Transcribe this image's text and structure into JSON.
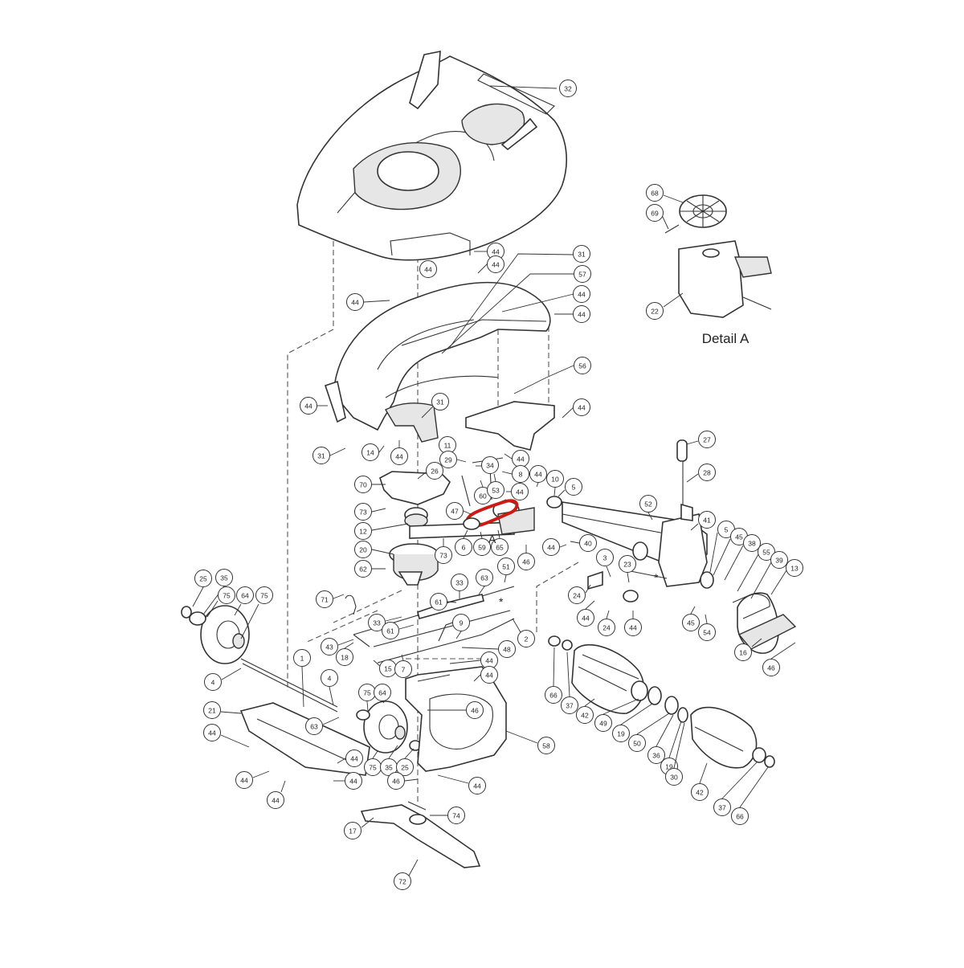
{
  "labels": {
    "detail_title": "Detail A",
    "detail_marker": "A",
    "star": "*"
  },
  "colors": {
    "highlight": "#cc1a14",
    "line": "#333333"
  },
  "callouts": [
    {
      "id": "c-32",
      "number": "32"
    },
    {
      "id": "c-68",
      "number": "68"
    },
    {
      "id": "c-69",
      "number": "69"
    },
    {
      "id": "c-22",
      "number": "22"
    },
    {
      "id": "c-44a",
      "number": "44"
    },
    {
      "id": "c-44b",
      "number": "44"
    },
    {
      "id": "c-44c",
      "number": "44"
    },
    {
      "id": "c-31a",
      "number": "31"
    },
    {
      "id": "c-57",
      "number": "57"
    },
    {
      "id": "c-44d",
      "number": "44"
    },
    {
      "id": "c-44e",
      "number": "44"
    },
    {
      "id": "c-44f",
      "number": "44"
    },
    {
      "id": "c-56",
      "number": "56"
    },
    {
      "id": "c-44g",
      "number": "44"
    },
    {
      "id": "c-31b",
      "number": "31"
    },
    {
      "id": "c-44h",
      "number": "44"
    },
    {
      "id": "c-11",
      "number": "11"
    },
    {
      "id": "c-29",
      "number": "29"
    },
    {
      "id": "c-34",
      "number": "34"
    },
    {
      "id": "c-44i",
      "number": "44"
    },
    {
      "id": "c-31c",
      "number": "31"
    },
    {
      "id": "c-14",
      "number": "14"
    },
    {
      "id": "c-44j",
      "number": "44"
    },
    {
      "id": "c-26",
      "number": "26"
    },
    {
      "id": "c-8",
      "number": "8"
    },
    {
      "id": "c-70",
      "number": "70"
    },
    {
      "id": "c-60",
      "number": "60"
    },
    {
      "id": "c-53",
      "number": "53"
    },
    {
      "id": "c-44k",
      "number": "44"
    },
    {
      "id": "c-44l",
      "number": "44"
    },
    {
      "id": "c-10",
      "number": "10"
    },
    {
      "id": "c-5a",
      "number": "5"
    },
    {
      "id": "c-73a",
      "number": "73"
    },
    {
      "id": "c-47",
      "number": "47"
    },
    {
      "id": "c-12",
      "number": "12"
    },
    {
      "id": "c-27",
      "number": "27"
    },
    {
      "id": "c-28",
      "number": "28"
    },
    {
      "id": "c-52",
      "number": "52"
    },
    {
      "id": "c-41",
      "number": "41"
    },
    {
      "id": "c-20",
      "number": "20"
    },
    {
      "id": "c-73b",
      "number": "73"
    },
    {
      "id": "c-6",
      "number": "6"
    },
    {
      "id": "c-59",
      "number": "59"
    },
    {
      "id": "c-65",
      "number": "65"
    },
    {
      "id": "c-46a",
      "number": "46"
    },
    {
      "id": "c-44m",
      "number": "44"
    },
    {
      "id": "c-40",
      "number": "40"
    },
    {
      "id": "c-5b",
      "number": "5"
    },
    {
      "id": "c-45a",
      "number": "45"
    },
    {
      "id": "c-38",
      "number": "38"
    },
    {
      "id": "c-55",
      "number": "55"
    },
    {
      "id": "c-39",
      "number": "39"
    },
    {
      "id": "c-13",
      "number": "13"
    },
    {
      "id": "c-62",
      "number": "62"
    },
    {
      "id": "c-51",
      "number": "51"
    },
    {
      "id": "c-33a",
      "number": "33"
    },
    {
      "id": "c-63a",
      "number": "63"
    },
    {
      "id": "c-3",
      "number": "3"
    },
    {
      "id": "c-23",
      "number": "23"
    },
    {
      "id": "c-24a",
      "number": "24"
    },
    {
      "id": "c-71",
      "number": "71"
    },
    {
      "id": "c-61a",
      "number": "61"
    },
    {
      "id": "c-25a",
      "number": "25"
    },
    {
      "id": "c-35a",
      "number": "35"
    },
    {
      "id": "c-75a",
      "number": "75"
    },
    {
      "id": "c-64a",
      "number": "64"
    },
    {
      "id": "c-75b",
      "number": "75"
    },
    {
      "id": "c-9",
      "number": "9"
    },
    {
      "id": "c-33b",
      "number": "33"
    },
    {
      "id": "c-61b",
      "number": "61"
    },
    {
      "id": "c-44n",
      "number": "44"
    },
    {
      "id": "c-24b",
      "number": "24"
    },
    {
      "id": "c-44o",
      "number": "44"
    },
    {
      "id": "c-45b",
      "number": "45"
    },
    {
      "id": "c-54",
      "number": "54"
    },
    {
      "id": "c-2",
      "number": "2"
    },
    {
      "id": "c-43",
      "number": "43"
    },
    {
      "id": "c-48",
      "number": "48"
    },
    {
      "id": "c-16",
      "number": "16"
    },
    {
      "id": "c-46b",
      "number": "46"
    },
    {
      "id": "c-18",
      "number": "18"
    },
    {
      "id": "c-15",
      "number": "15"
    },
    {
      "id": "c-7",
      "number": "7"
    },
    {
      "id": "c-44p",
      "number": "44"
    },
    {
      "id": "c-44q",
      "number": "44"
    },
    {
      "id": "c-1",
      "number": "1"
    },
    {
      "id": "c-4a",
      "number": "4"
    },
    {
      "id": "c-4b",
      "number": "4"
    },
    {
      "id": "c-66a",
      "number": "66"
    },
    {
      "id": "c-37a",
      "number": "37"
    },
    {
      "id": "c-42a",
      "number": "42"
    },
    {
      "id": "c-49",
      "number": "49"
    },
    {
      "id": "c-19a",
      "number": "19"
    },
    {
      "id": "c-50",
      "number": "50"
    },
    {
      "id": "c-36",
      "number": "36"
    },
    {
      "id": "c-19b",
      "number": "19"
    },
    {
      "id": "c-30",
      "number": "30"
    },
    {
      "id": "c-42b",
      "number": "42"
    },
    {
      "id": "c-37b",
      "number": "37"
    },
    {
      "id": "c-66b",
      "number": "66"
    },
    {
      "id": "c-75c",
      "number": "75"
    },
    {
      "id": "c-64b",
      "number": "64"
    },
    {
      "id": "c-46c",
      "number": "46"
    },
    {
      "id": "c-58",
      "number": "58"
    },
    {
      "id": "c-21",
      "number": "21"
    },
    {
      "id": "c-63b",
      "number": "63"
    },
    {
      "id": "c-44r",
      "number": "44"
    },
    {
      "id": "c-75d",
      "number": "75"
    },
    {
      "id": "c-35b",
      "number": "35"
    },
    {
      "id": "c-25b",
      "number": "25"
    },
    {
      "id": "c-44s",
      "number": "44"
    },
    {
      "id": "c-44t",
      "number": "44"
    },
    {
      "id": "c-46d",
      "number": "46"
    },
    {
      "id": "c-44u",
      "number": "44"
    },
    {
      "id": "c-44v",
      "number": "44"
    },
    {
      "id": "c-44w",
      "number": "44"
    },
    {
      "id": "c-74",
      "number": "74"
    },
    {
      "id": "c-17",
      "number": "17"
    },
    {
      "id": "c-72",
      "number": "72"
    }
  ]
}
